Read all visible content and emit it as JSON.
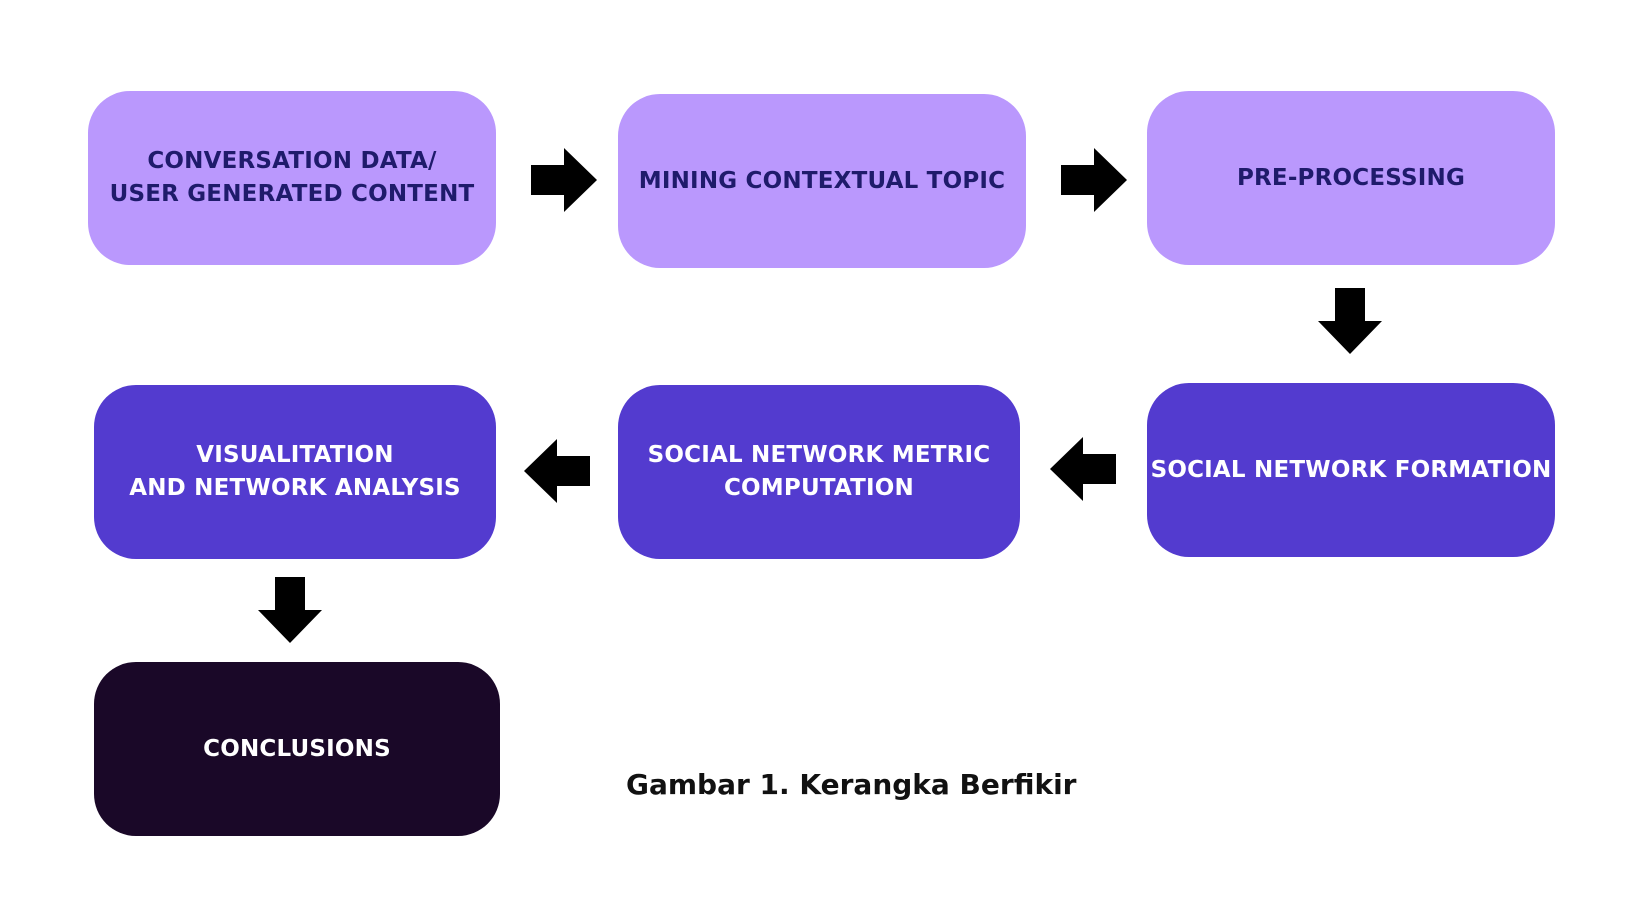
{
  "diagram": {
    "colors": {
      "light_box": "#BA98FD",
      "light_text": "#1f1b6b",
      "mid_box": "#533BCF",
      "dark_box": "#1A0828",
      "arrow": "#000000"
    },
    "boxes": [
      {
        "id": "conversation-data",
        "lines": [
          "CONVERSATION DATA/",
          "USER GENERATED CONTENT"
        ]
      },
      {
        "id": "mining-contextual-topic",
        "lines": [
          "MINING CONTEXTUAL TOPIC"
        ]
      },
      {
        "id": "pre-processing",
        "lines": [
          "PRE-PROCESSING"
        ]
      },
      {
        "id": "social-network-formation",
        "lines": [
          "SOCIAL NETWORK FORMATION"
        ]
      },
      {
        "id": "social-network-metric",
        "lines": [
          "SOCIAL NETWORK METRIC",
          "COMPUTATION"
        ]
      },
      {
        "id": "visualitation",
        "lines": [
          "VISUALITATION",
          "AND NETWORK ANALYSIS"
        ]
      },
      {
        "id": "conclusions",
        "lines": [
          "CONCLUSIONS"
        ]
      }
    ],
    "arrows": [
      {
        "from": "conversation-data",
        "to": "mining-contextual-topic",
        "direction": "right"
      },
      {
        "from": "mining-contextual-topic",
        "to": "pre-processing",
        "direction": "right"
      },
      {
        "from": "pre-processing",
        "to": "social-network-formation",
        "direction": "down"
      },
      {
        "from": "social-network-formation",
        "to": "social-network-metric",
        "direction": "left"
      },
      {
        "from": "social-network-metric",
        "to": "visualitation",
        "direction": "left"
      },
      {
        "from": "visualitation",
        "to": "conclusions",
        "direction": "down"
      }
    ],
    "caption": "Gambar 1. Kerangka Berfikir"
  }
}
